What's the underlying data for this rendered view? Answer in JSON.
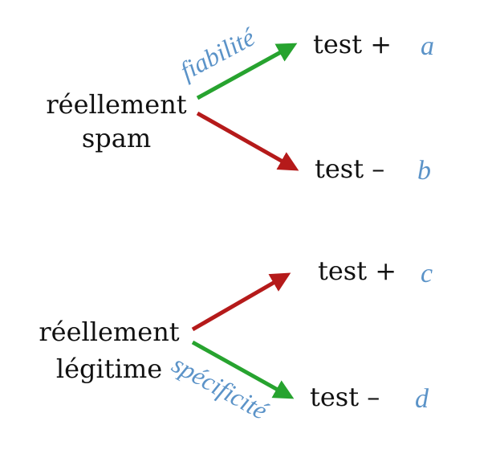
{
  "colors": {
    "green": "#27a32f",
    "red": "#b51a1a",
    "blue": "#5b93c8",
    "text": "#111111"
  },
  "spam_tree": {
    "root_line1": "réellement",
    "root_line2": "spam",
    "top_outcome": "test +",
    "top_var": "a",
    "bottom_outcome": "test –",
    "bottom_var": "b",
    "top_arrow_label": "fiabilité"
  },
  "legit_tree": {
    "root_line1": "réellement",
    "root_line2": "légitime",
    "top_outcome": "test +",
    "top_var": "c",
    "bottom_outcome": "test –",
    "bottom_var": "d",
    "bottom_arrow_label": "spécificité"
  }
}
